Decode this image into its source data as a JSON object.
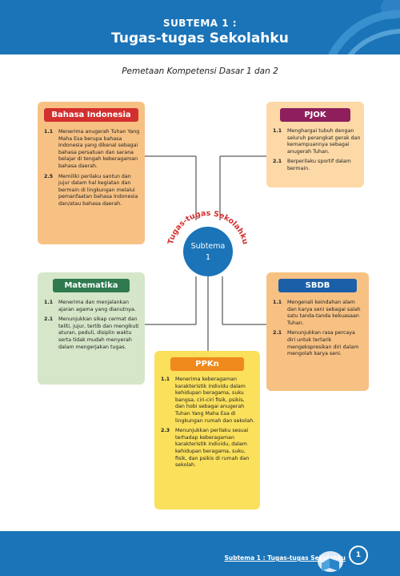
{
  "header": {
    "subtheme_label": "SUBTEMA 1 :",
    "title": "Tugas-tugas Sekolahku"
  },
  "map_title": "Pemetaan Kompetensi Dasar 1 dan 2",
  "center": {
    "arc_text": "Tugas-tugas Sekolahku",
    "label_line1": "Subtema",
    "label_line2": "1"
  },
  "cards": {
    "bahasa": {
      "title": "Bahasa Indonesia",
      "items": [
        {
          "num": "1.1",
          "text": "Menerima anugerah Tuhan Yang Maha Esa berupa bahasa Indonesia yang dikenal sebagai bahasa persatuan dan sarana belajar di tengah keberagaman bahasa daerah."
        },
        {
          "num": "2.5",
          "text": "Memiliki perilaku santun dan jujur dalam hal kegiatan dan bermain di lingkungan melalui pemanfaatan bahasa Indonesia dan/atau bahasa daerah."
        }
      ]
    },
    "pjok": {
      "title": "PJOK",
      "items": [
        {
          "num": "1.1",
          "text": "Menghargai tubuh dengan seluruh perangkat gerak dan kemampuannya sebagai anugerah Tuhan."
        },
        {
          "num": "2.1",
          "text": "Berperilaku sportif dalam bermain."
        }
      ]
    },
    "matematika": {
      "title": "Matematika",
      "items": [
        {
          "num": "1.1",
          "text": "Menerima dan menjalankan ajaran agama yang dianutnya."
        },
        {
          "num": "2.1",
          "text": "Menunjukkan sikap cermat dan teliti, jujur, tertib dan mengikuti aturan, peduli, disiplin waktu serta tidak mudah menyerah dalam mengerjakan tugas."
        }
      ]
    },
    "sbdp": {
      "title": "SBDB",
      "items": [
        {
          "num": "1.1",
          "text": "Mengenali keindahan alam dan karya seni sebagai salah satu tanda-tanda kekuasaan Tuhan."
        },
        {
          "num": "2.1",
          "text": "Menunjukkan rasa percaya diri untuk tertarik mengekspresikan diri dalam mengolah karya seni."
        }
      ]
    },
    "ppkn": {
      "title": "PPKn",
      "items": [
        {
          "num": "1.1",
          "text": "Menerima keberagaman karakteristik individu dalam kehidupan beragama, suku bangsa, ciri-ciri fisik, psikis, dan hobi sebagai anugerah Tuhan Yang Maha Esa di lingkungan rumah dan sekolah."
        },
        {
          "num": "2.3",
          "text": "Menunjukkan perilaku sesuai terhadap keberagaman karakteristik individu, dalam kehidupan beragama, suku, fisik, dan psikis di rumah dan sekolah."
        }
      ]
    }
  },
  "footer": {
    "text": "Subtema 1 : Tugas-tugas Sekolahku",
    "page": "1"
  },
  "colors": {
    "blue": "#1b74b8",
    "bahasa_cap": "#d32f2f",
    "pjok_cap": "#8e1f5c",
    "matematika_cap": "#2f7a4f",
    "sbdp_cap": "#1b5fa8",
    "ppkn_cap": "#f08a1c"
  }
}
